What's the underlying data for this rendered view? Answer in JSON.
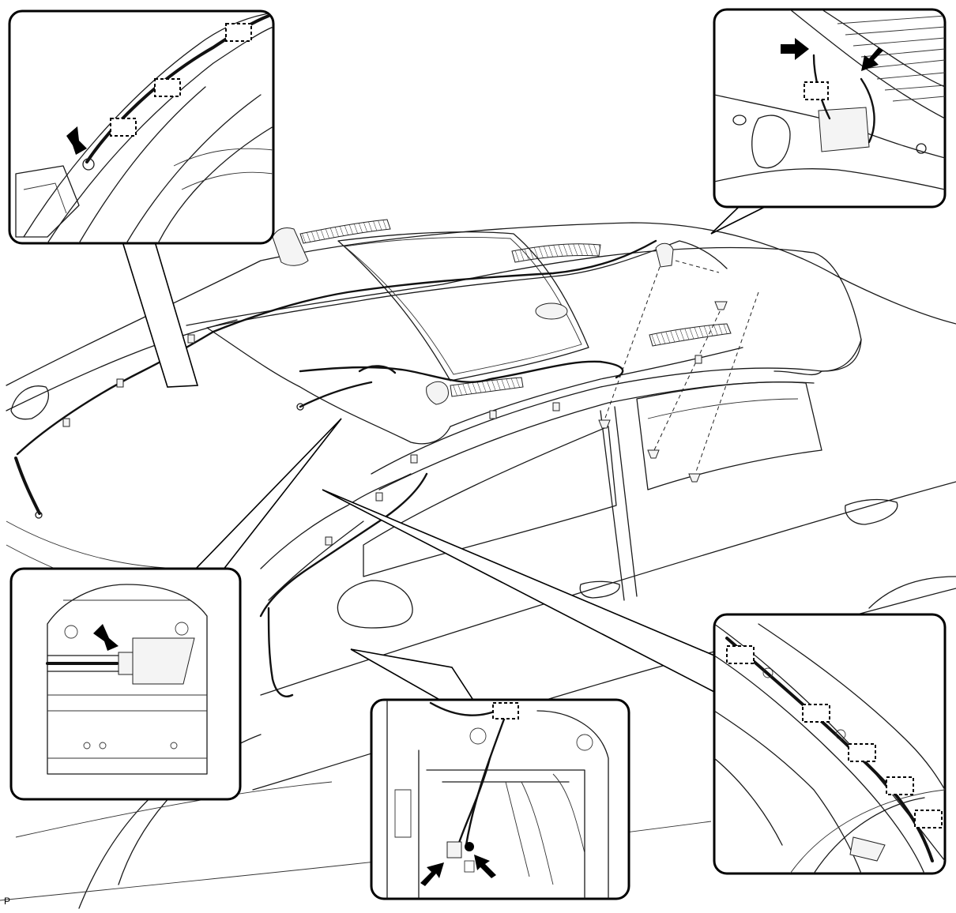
{
  "figure": {
    "code_label": "P"
  },
  "callouts": [
    {
      "id": "a-pillar-upper-detail",
      "position": "top-left"
    },
    {
      "id": "rear-roof-detail",
      "position": "top-right"
    },
    {
      "id": "connector-detail",
      "position": "middle-left"
    },
    {
      "id": "lower-pillar-connectors-detail",
      "position": "bottom-center"
    },
    {
      "id": "a-pillar-clips-detail",
      "position": "bottom-right"
    }
  ],
  "colors": {
    "line": "#1a1a1a",
    "background": "#ffffff",
    "arrow": "#000000"
  }
}
